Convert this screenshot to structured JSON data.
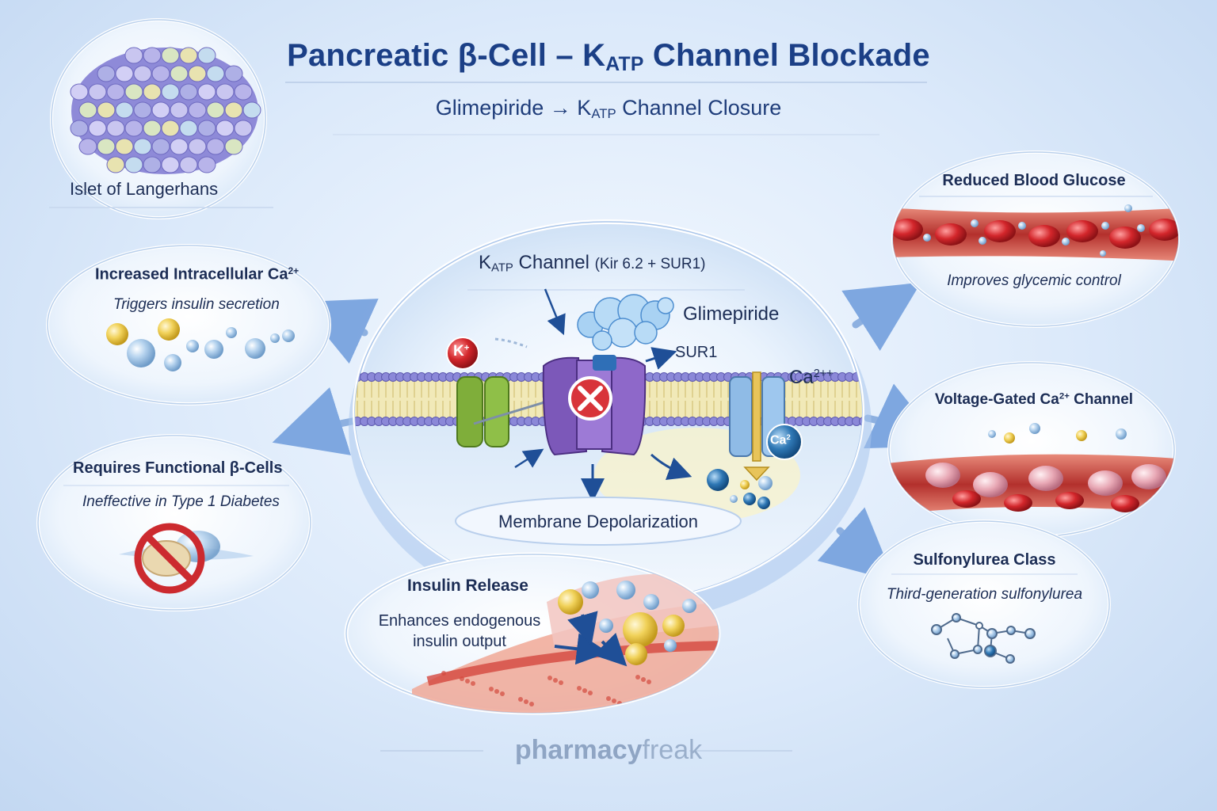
{
  "title": {
    "prefix": "Pancreatic β-Cell – K",
    "sub": "ATP",
    "suffix": " Channel Blockade"
  },
  "subtitle": {
    "prefix": "Glimepiride → K",
    "sub": "ATP",
    "suffix": " Channel Closure"
  },
  "islet": {
    "label": "Islet of Langerhans"
  },
  "calcium_panel": {
    "title_prefix": "Increased Intracellular Ca",
    "title_sup": "2+",
    "caption": "Triggers insulin secretion"
  },
  "beta_panel": {
    "title": "Requires Functional β-Cells",
    "caption": "Ineffective in Type 1 Diabetes"
  },
  "center": {
    "channel_prefix": "K",
    "channel_sub": "ATP",
    "channel_suffix": " Channel",
    "channel_detail": "(Kir 6.2 + SUR1)",
    "glimepiride": "Glimepiride",
    "sur1": "SUR1",
    "k_ion": "K",
    "k_sup": "+",
    "ca_label": "Ca",
    "ca_sup": "2+",
    "ca_sup_extra": "+",
    "ca_ion": "Ca",
    "ca_ion_sup": "2",
    "depolarization": "Membrane Depolarization"
  },
  "insulin_panel": {
    "title": "Insulin Release",
    "caption_line1": "Enhances endogenous",
    "caption_line2": "insulin output"
  },
  "glucose_panel": {
    "title": "Reduced Blood Glucose",
    "caption": "Improves glycemic control"
  },
  "vgcc_panel": {
    "title_prefix": "Voltage-Gated Ca",
    "title_sup": "2+",
    "title_suffix": " Channel"
  },
  "sulfonylurea_panel": {
    "title": "Sulfonylurea Class",
    "caption": "Third-generation sulfonylurea"
  },
  "brand": {
    "bold": "pharmacy",
    "light": "freak"
  },
  "colors": {
    "title": "#1b3f86",
    "text": "#1c2d55",
    "arrow": "#5b8fd6",
    "membrane_head": "#8b88d8",
    "katp_channel": "#8a63c4",
    "block_mark": "#d8343a",
    "green_channel": "#7fae3a",
    "ca_channel": "#8fbbe6",
    "blood_vessel": "#c8383a",
    "rbc": "#d8353a"
  },
  "icons": [
    "islet-cluster-icon",
    "blocked-cell-icon",
    "molecule-structure-icon",
    "blood-vessel-icon",
    "glimepiride-cloud-icon",
    "block-x-icon"
  ]
}
